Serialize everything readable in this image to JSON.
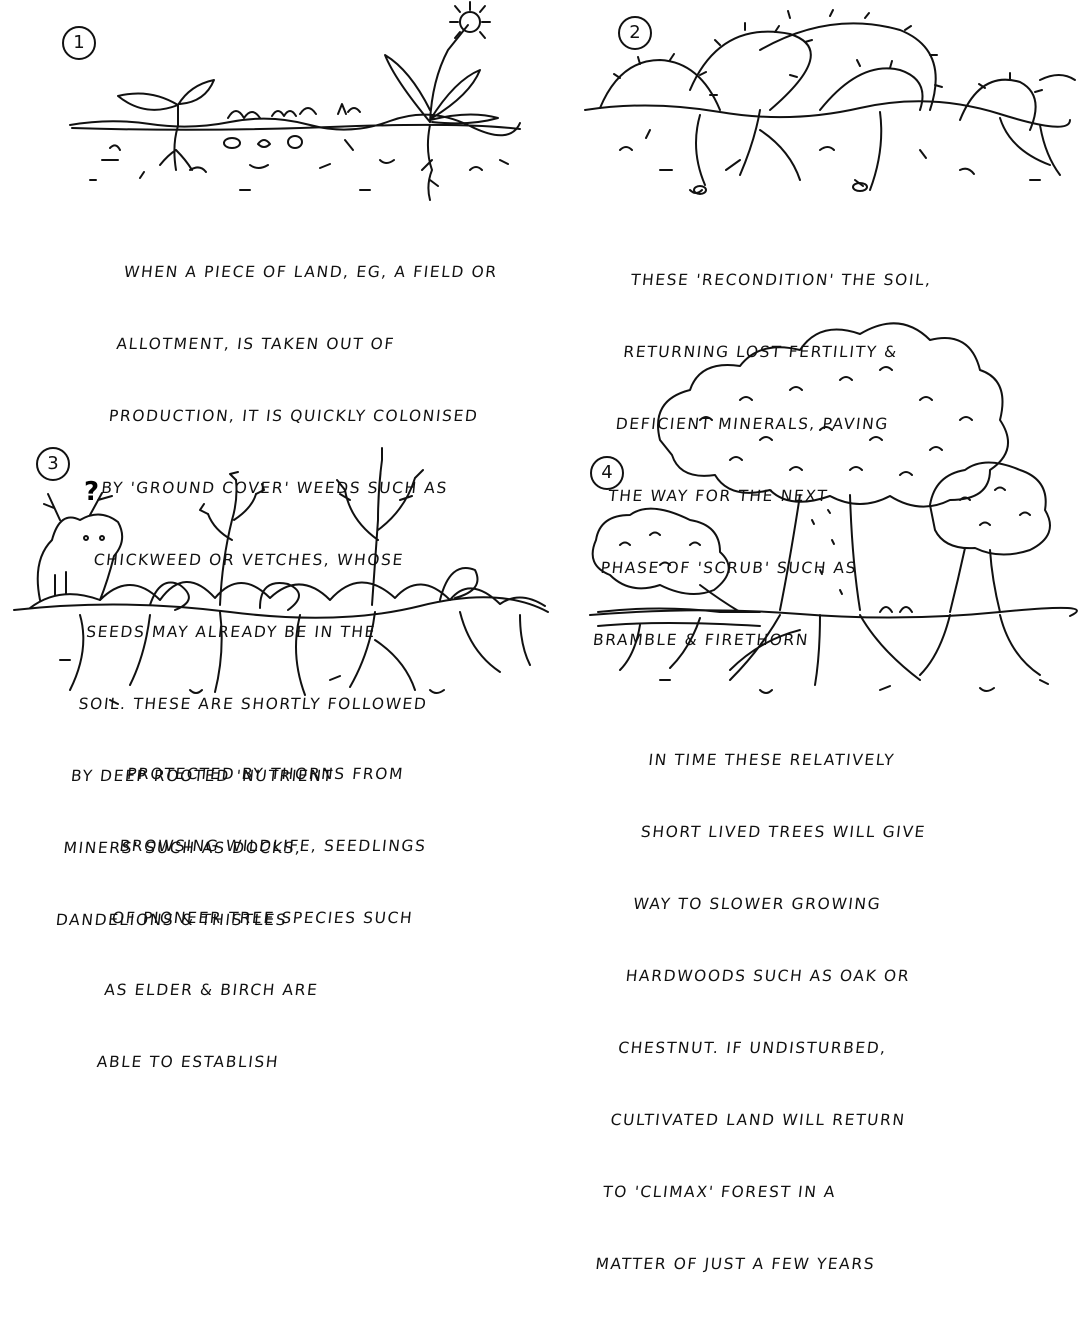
{
  "panels": [
    {
      "number": "1",
      "caption": [
        "WHEN A PIECE OF LAND, EG, A FIELD OR",
        "ALLOTMENT, IS TAKEN OUT OF",
        "PRODUCTION, IT IS QUICKLY COLONISED",
        "BY 'GROUND COVER' WEEDS SUCH AS",
        "CHICKWEED OR VETCHES, WHOSE",
        "SEEDS MAY ALREADY BE IN THE",
        "SOIL. THESE ARE SHORTLY FOLLOWED",
        "BY DEEP ROOTED 'NUTRIENT",
        "MINERS' SUCH AS DOCKS,",
        "DANDELIONS & THISTLES"
      ]
    },
    {
      "number": "2",
      "caption": [
        "THESE 'RECONDITION' THE SOIL,",
        "RETURNING LOST FERTILITY &",
        "DEFICIENT MINERALS, PAVING",
        "THE WAY FOR THE NEXT",
        "PHASE OF 'SCRUB' SUCH AS",
        "BRAMBLE & FIRETHORN"
      ]
    },
    {
      "number": "3",
      "caption": [
        "PROTECTED BY THORNS FROM",
        "BROWSING WILDLIFE, SEEDLINGS",
        "OF PIONEER TREE SPECIES SUCH",
        "AS ELDER & BIRCH ARE",
        "ABLE TO ESTABLISH"
      ]
    },
    {
      "number": "4",
      "caption": [
        "IN TIME THESE RELATIVELY",
        "SHORT LIVED TREES WILL GIVE",
        "WAY TO SLOWER GROWING",
        "HARDWOODS SUCH AS OAK OR",
        "CHESTNUT. IF UNDISTURBED,",
        "CULTIVATED LAND WILL RETURN",
        "TO 'CLIMAX' FOREST IN A",
        "MATTER OF JUST A FEW YEARS"
      ]
    }
  ],
  "sketch_labels": {
    "deer_question": "?"
  }
}
